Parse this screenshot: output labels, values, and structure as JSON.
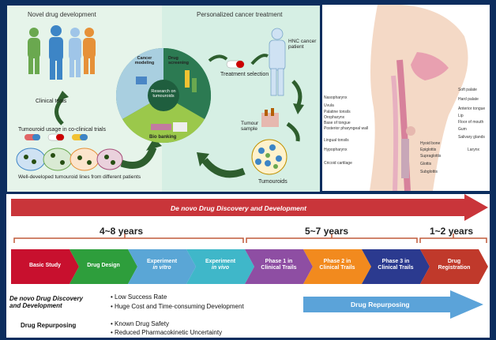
{
  "panel_a": {
    "left_title": "Novel drug development",
    "right_title": "Personalized cancer treatment",
    "clinical_trials": "Clinical trials",
    "tumouroid_usage": "Tumouroid usage in co-clinical trials",
    "tumouroid_lines": "Well-developed tumouroid lines from different patients",
    "cancer_modeling": "Cancer modeling",
    "drug_screening": "Drug screening",
    "research_center": "Research on tumouroids",
    "bio_banking": "Bio banking",
    "treatment_selection": "Treatment selection",
    "patient": "HNC cancer patient",
    "tumour_sample": "Tumour sample",
    "tumouroids": "Tumouroids"
  },
  "panel_b": {
    "left_labels": [
      "Nasopharynx",
      "Uvula",
      "Palatine tonsils",
      "Oropharynx",
      "Base of tongue",
      "Posterior pharyngeal wall",
      "Lingual tonsils",
      "Hypopharynx",
      "Cricoid cartilage"
    ],
    "right_labels": [
      "Soft palate",
      "Hard palate",
      "Anterior tongue",
      "Lip",
      "Floor of mouth",
      "Gum",
      "Salivary glands"
    ],
    "larynx_labels": [
      "Hyoid bone",
      "Epiglottis",
      "Supraglottis",
      "Glottis",
      "Subglottis"
    ],
    "larynx": "Larynx"
  },
  "panel_c": {
    "denovo_banner": "De novo Drug Discovery and Development",
    "years": [
      "4~8 years",
      "5~7 years",
      "1~2 years"
    ],
    "stages": [
      {
        "line1": "Basic Study",
        "line2": "",
        "color": "#c8102e"
      },
      {
        "line1": "Drug Design",
        "line2": "",
        "color": "#2e9e3c"
      },
      {
        "line1": "Experiment",
        "line2": "in vitro",
        "color": "#5aa6d6"
      },
      {
        "line1": "Experiment",
        "line2": "in vivo",
        "color": "#3fb7c9"
      },
      {
        "line1": "Phase 1 in",
        "line2": "Clinical Trails",
        "color": "#8e4ea3"
      },
      {
        "line1": "Phase 2 in",
        "line2": "Clinical Trails",
        "color": "#f28a1e"
      },
      {
        "line1": "Phase 3 in",
        "line2": "Clinical Trails",
        "color": "#2b3a8f"
      },
      {
        "line1": "Drug",
        "line2": "Registration",
        "color": "#c0392b"
      }
    ],
    "denovo_heading_1": "De novo Drug Discovery",
    "denovo_heading_2": "and Development",
    "denovo_bullets": [
      "Low Success Rate",
      "Huge Cost and Time-consuming Development"
    ],
    "repurposing_heading": "Drug Repurposing",
    "repurposing_bullets": [
      "Known Drug Safety",
      "Reduced Pharmacokinetic Uncertainty"
    ],
    "repurposing_banner": "Drug Repurposing"
  }
}
